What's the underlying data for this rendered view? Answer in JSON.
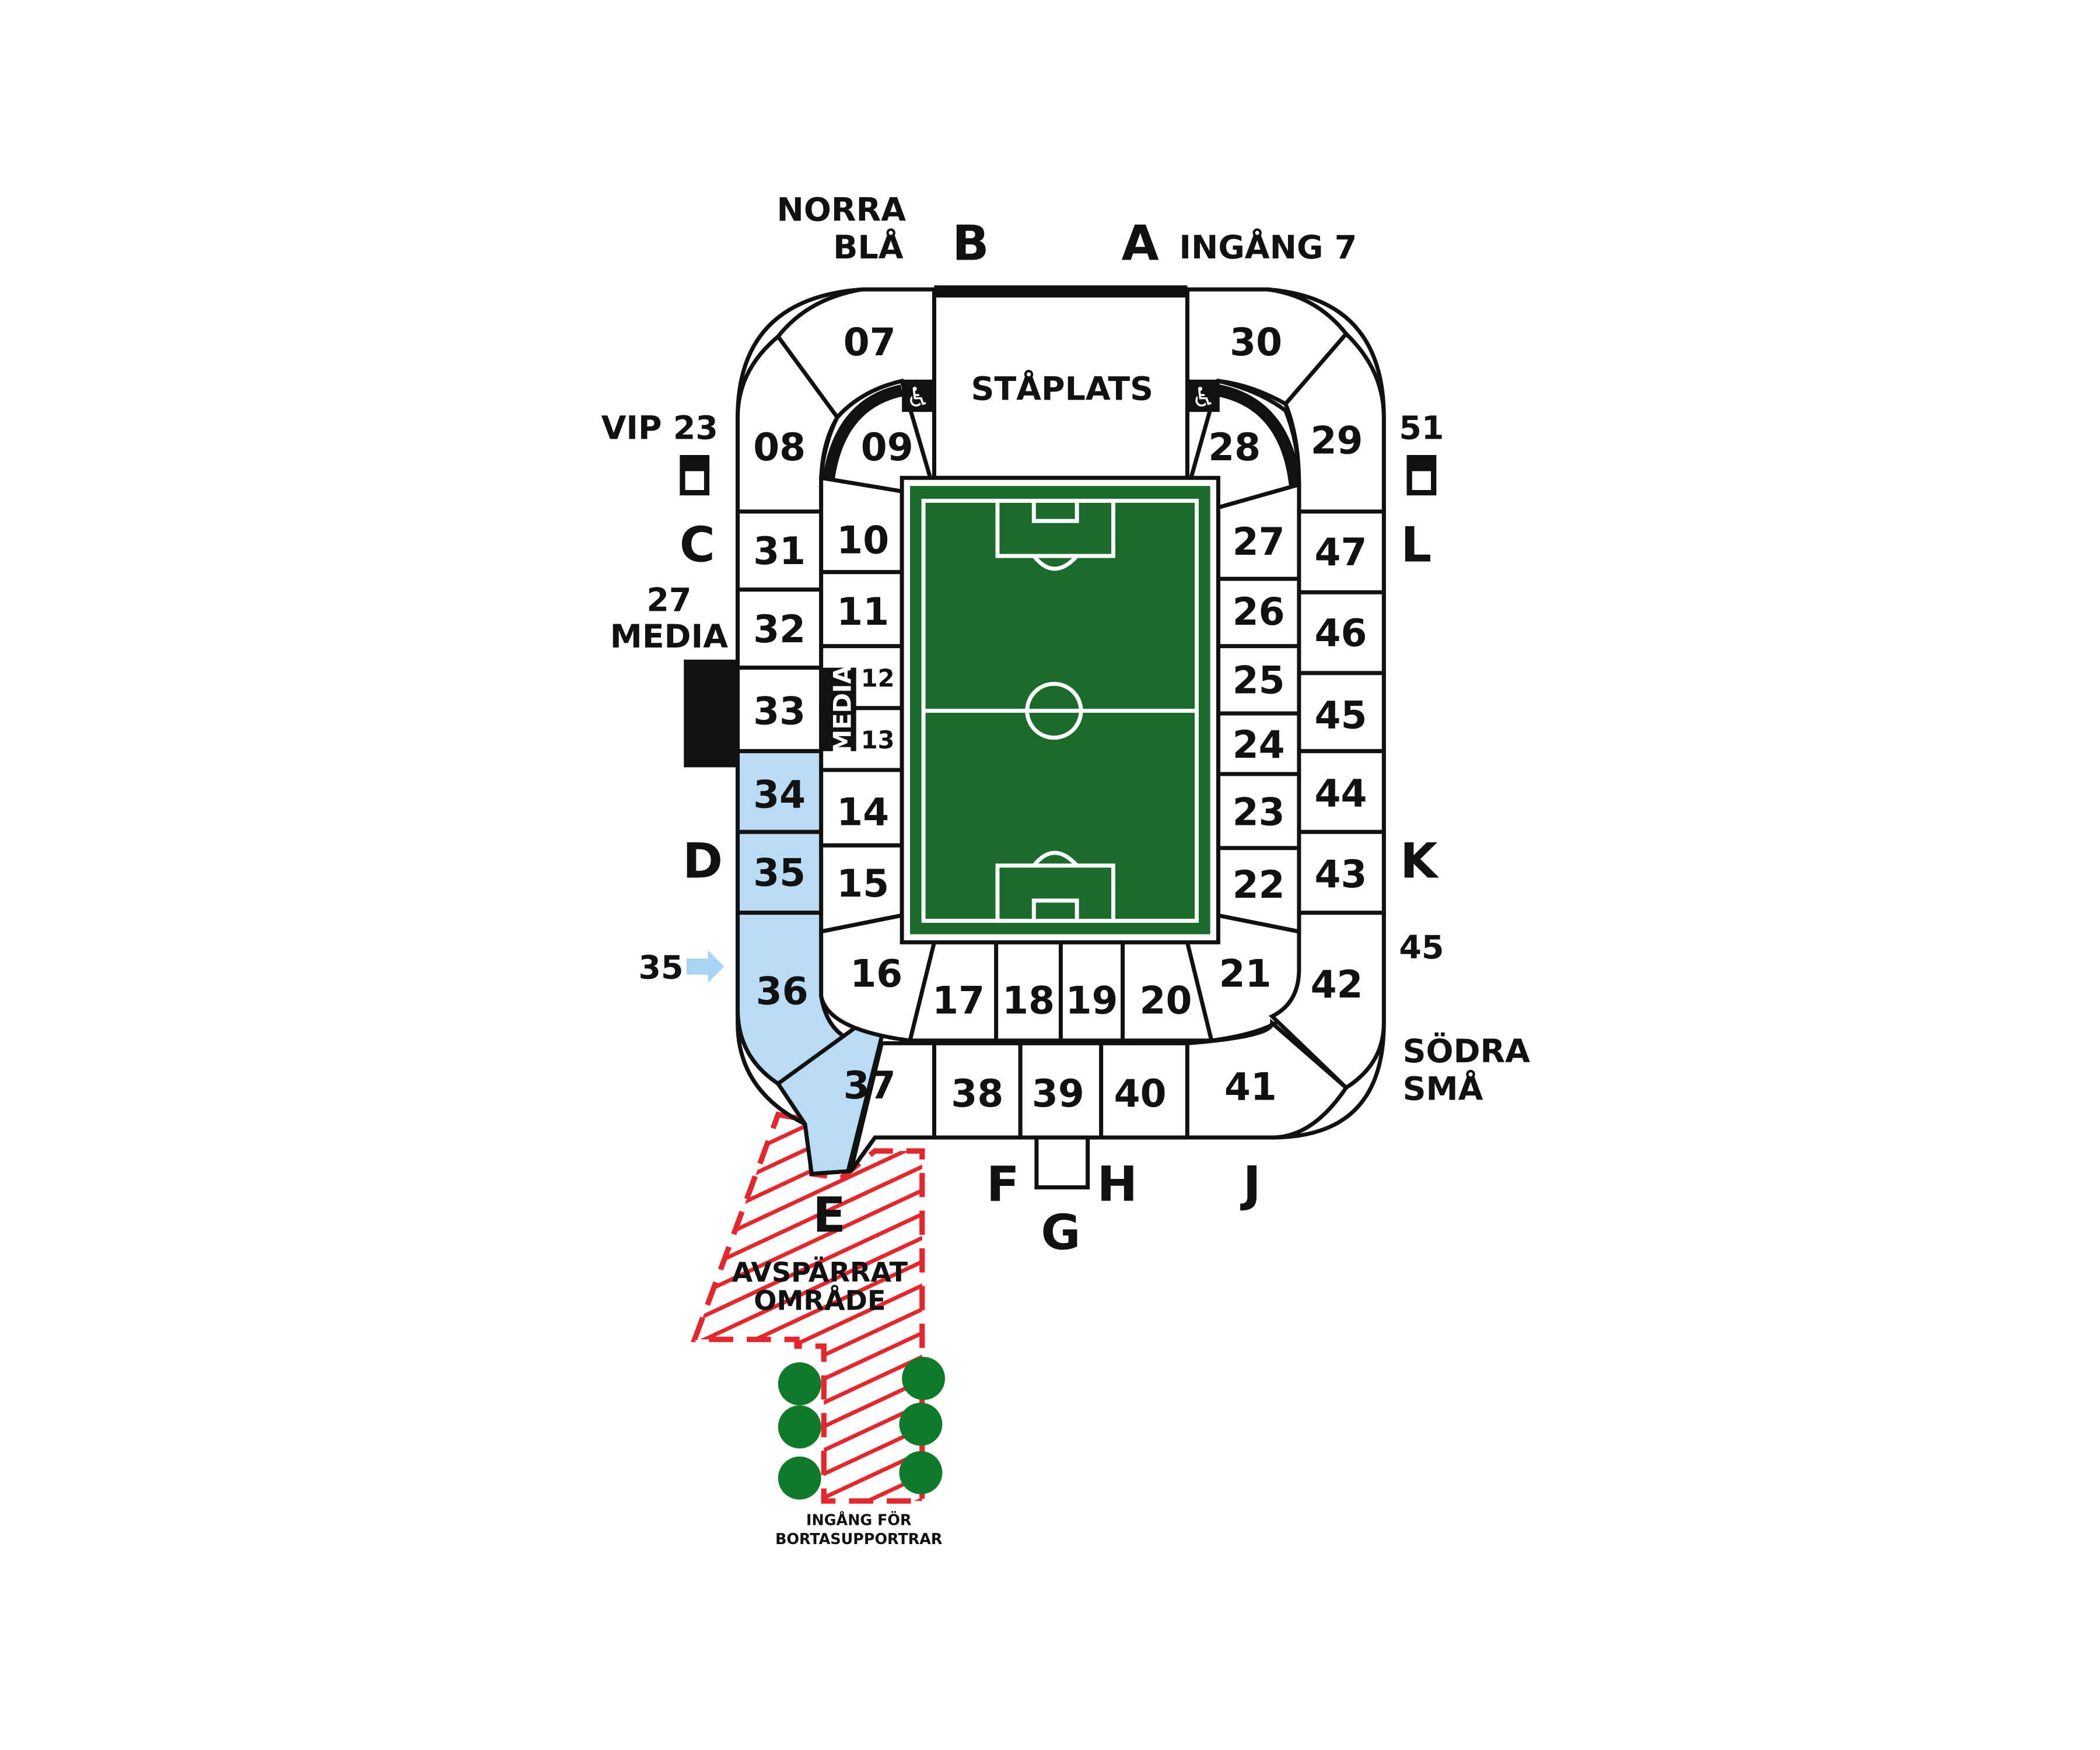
{
  "map": {
    "area_labels": {
      "norra_bla": [
        "NORRA",
        "BLÅ"
      ],
      "ingang_7": "INGÅNG 7",
      "vip_23": "VIP 23",
      "right_51": "51",
      "media_27": [
        "27",
        "MEDIA"
      ],
      "right_45": "45",
      "arrow_35": "35",
      "sodra_sma": [
        "SÖDRA",
        "SMÅ"
      ],
      "restricted": [
        "AVSPÄRRAT",
        "OMRÅDE"
      ],
      "away_entrance": [
        "INGÅNG FÖR",
        "BORTASUPPORTRAR"
      ],
      "staplats": "STÅPLATS",
      "media_box": "MEDIA"
    },
    "gates": {
      "A": "A",
      "B": "B",
      "C": "C",
      "D": "D",
      "E": "E",
      "F": "F",
      "G": "G",
      "H": "H",
      "J": "J",
      "K": "K",
      "L": "L"
    },
    "sections": {
      "s07": "07",
      "s08": "08",
      "s09": "09",
      "s10": "10",
      "s11": "11",
      "s12": "12",
      "s13": "13",
      "s14": "14",
      "s15": "15",
      "s16": "16",
      "s17": "17",
      "s18": "18",
      "s19": "19",
      "s20": "20",
      "s21": "21",
      "s22": "22",
      "s23": "23",
      "s24": "24",
      "s25": "25",
      "s26": "26",
      "s27": "27",
      "s28": "28",
      "s29": "29",
      "s30": "30",
      "s31": "31",
      "s32": "32",
      "s33": "33",
      "s34": "34",
      "s35": "35",
      "s36": "36",
      "s37": "37",
      "s38": "38",
      "s39": "39",
      "s40": "40",
      "s41": "41",
      "s42": "42",
      "s43": "43",
      "s44": "44",
      "s45": "45",
      "s46": "46",
      "s47": "47"
    },
    "colors": {
      "pitch": "#0a8a2e",
      "pitch_border": "#1b6b2c",
      "away_section": "#b9dbf5",
      "restricted": "#e0282e",
      "trees": "#0f7a2a",
      "lines": "#111111"
    },
    "icons": [
      "wheelchair-icon",
      "elevator-icon",
      "arrow-right-icon",
      "tree-icon"
    ]
  }
}
